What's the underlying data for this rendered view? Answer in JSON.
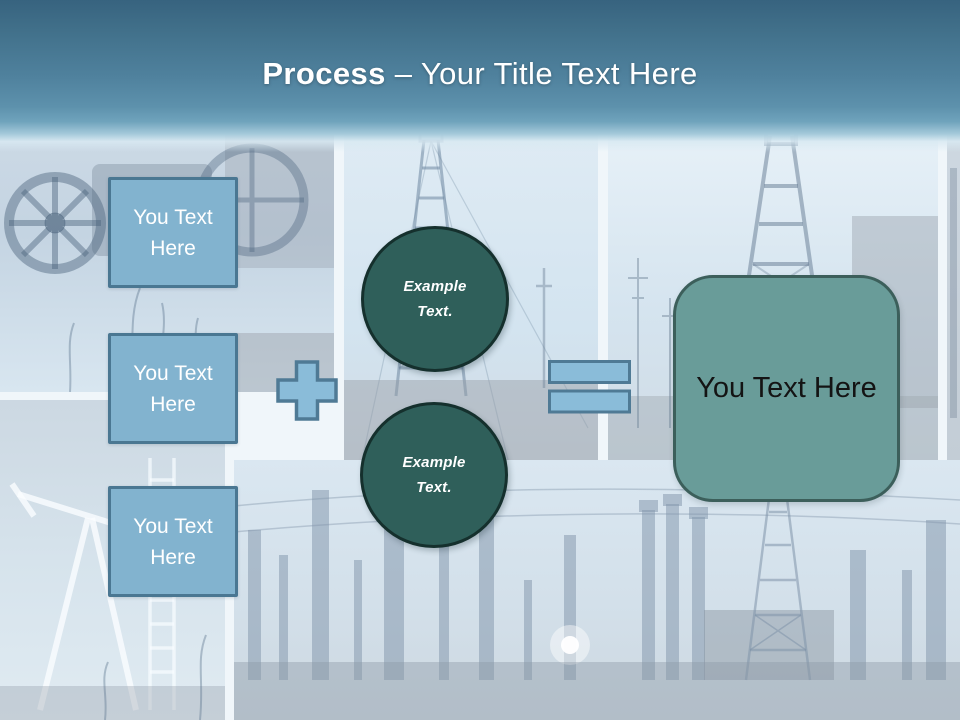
{
  "title": {
    "keyword": "Process",
    "rest": " – Your Title Text Here"
  },
  "left_boxes": [
    {
      "label": "You Text Here"
    },
    {
      "label": "You Text Here"
    },
    {
      "label": "You Text Here"
    }
  ],
  "operators": {
    "plus_icon": "plus-sign",
    "equals_icon": "equals-sign"
  },
  "circles": [
    {
      "line1": "Example",
      "line2": "Text."
    },
    {
      "line1": "Example",
      "line2": "Text."
    }
  ],
  "result_box": {
    "label": "You Text Here"
  },
  "background_theme": "oil-and-gas-photo-collage",
  "colors": {
    "header-top": "#37637f",
    "header-mid": "#4f819d",
    "header-bottom": "#6fa3bc",
    "title-text": "#ffffff",
    "background": "#e3edf4",
    "box-fill": "#82b3cf",
    "box-border": "#4a7792",
    "operator-fill": "#8abcd9",
    "operator-border": "#4f7a95",
    "circle-fill": "#2f5f5a",
    "circle-border": "#15302d",
    "circle-text": "#ffffff",
    "result-fill": "#699c99",
    "result-border": "#3c5f5b",
    "result-text": "#141414"
  }
}
